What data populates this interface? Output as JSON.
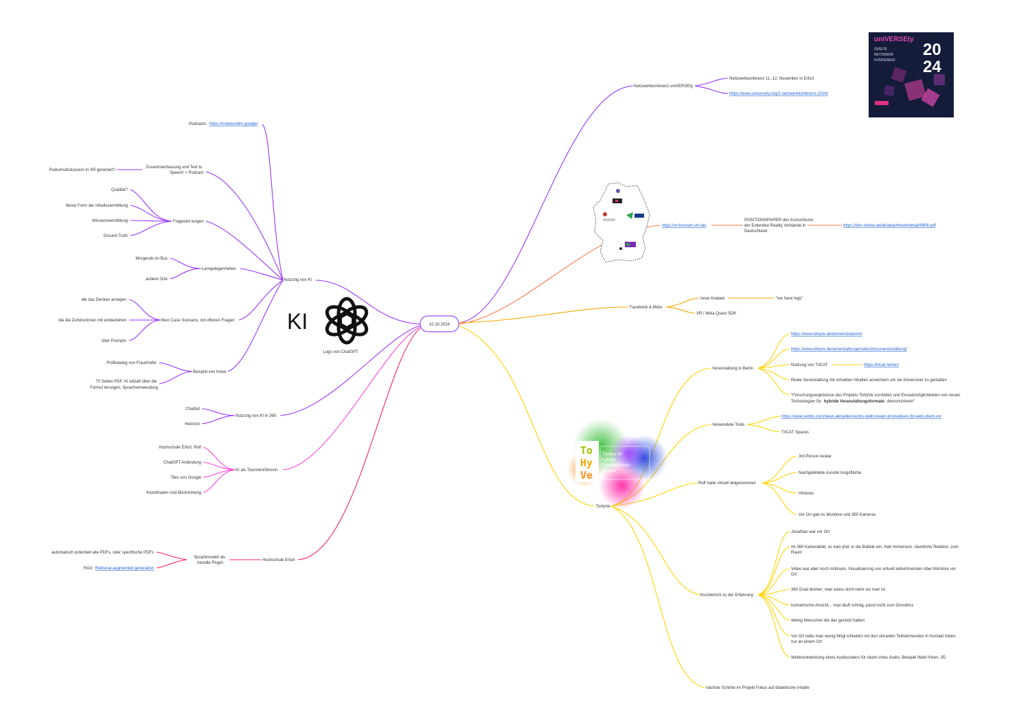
{
  "center": {
    "label": "10.10.2024"
  },
  "colors": {
    "purple": "#9933ff",
    "orange": "#ff7a45",
    "gold": "#f2a900",
    "yellow": "#ffd400",
    "magenta": "#ff44dd",
    "pinkred": "#ff1f66",
    "link": "#1a5fd6"
  },
  "ki": {
    "title": "KI",
    "logo_caption": "Logo von ChatGPT",
    "logo_icon": "openai-logo-icon"
  },
  "nutzung_ki": {
    "label": "Nutzung von KI",
    "podcasts": {
      "prefix": "Podcasts:",
      "link": "https://notebooklm.google/"
    },
    "zusammenfassung": {
      "line1": "Zusammenfassung und Text to",
      "line2": "Speech > Podcast",
      "child": "Podiumsdiskussion in XR generiert?"
    },
    "fragestellungen": {
      "label": "Fragestel lungen",
      "items": [
        "Qualität?",
        "Beste Form der Inhaltsvermittlung",
        "Wissensvermittlung",
        "Ground Truth"
      ]
    },
    "lerngelegenheiten": {
      "label": "Lerngelegenheiten",
      "items": [
        "Morgends im Bus",
        "andere Orte"
      ]
    },
    "best_case": {
      "label": "Best Case Scenario, mit offenen Fragen",
      "items": [
        "die das Denken anregen",
        "die die Zuhörerinnen mit einbeziehen",
        "über Prompts"
      ]
    },
    "beispiel": {
      "label": "Beispiel von heise",
      "items": [
        "Prüfkatalog von Fraunhofer"
      ],
      "multiline": {
        "line1": "70 Seiten PDF, KI witzelt über die",
        "line2": "Formul ierungen, Sprachverwendung"
      }
    }
  },
  "ki_360": {
    "label": "Nutzung von KI in 360",
    "items": [
      "Chatbot",
      "Heinrich"
    ]
  },
  "tourist": {
    "label": "KI als Touristenführerin",
    "items": [
      "Hochschule Erfurt, Rolf",
      "ChatGPT Anbindung",
      "Tiles von Google",
      "Koordinaten und Blickrichtung"
    ]
  },
  "hochschule": {
    "label": "Hochschule Erfurt",
    "sprachmodell": {
      "line1": "Sprachmodell als",
      "line2": "moodle Plugin"
    },
    "items": [
      "automatisch potentiell alle PDFs, oder spezifische PDFs"
    ],
    "rag": {
      "prefix": "RAG",
      "link": "Retrieval augmented generation"
    }
  },
  "netzwerk": {
    "label": "Netzwerkkonferenz uniVERSEty",
    "items": [
      "Netzwerkkonferenz 11.-12. November in Erfurt"
    ],
    "link": "https://www.universety.org/2-netzwerkkonferenz-2024/",
    "poster": {
      "brand": "uniVERSEty",
      "sub1": "ZWEITE",
      "sub2": "NETZWERK",
      "sub3": "KONFERENZ",
      "year_top": "20",
      "year_bottom": "24"
    }
  },
  "xr": {
    "link": "https://xr-konsort.um.de/",
    "position": {
      "line1": "POSITIONSPAPIER des Konsortiums",
      "line2": "der Extended Reality Verbände in",
      "line3": "Deutschland"
    },
    "pdf_link": "https://dev-online.de/de/attachment/detail/9906.pdf",
    "map_icon": "germany-map-icon"
  },
  "facebook": {
    "label": "Facebook & Meta",
    "avatare": "neue Avatare",
    "wehavelegs": "\"we have legs\"",
    "sdk": "VR / Meta Quest SDK"
  },
  "tohyve": {
    "label": "ToHyVe",
    "logo_letters": [
      "To",
      "Hy",
      "Ve"
    ],
    "logo_text": [
      "Toolbox für",
      "hybride",
      "Veranstaltungs-",
      "formate"
    ],
    "berlin": {
      "label": "Veranstaltung in Berlin",
      "link1": "https://www.tohyve.de/demonstratoren/",
      "link2": "https://www.tohyve.de/veranstaltungen/abschlussveranstaltung/",
      "tricat_label": "Nutzung von TriCAT",
      "tricat_link": "https://tricat.net/en/",
      "reale": "Reale Veranstaltung mit virtuellen Inhalten anreichern um sie immersiver zu gestalten",
      "quote_line1": "\"Forschungsergebnisse des Projekts ToHyVe vorstellen und Einsatzmöglichkeiten von neuen",
      "quote_line2_prefix": "Technologien für",
      "quote_line2_bold": "hybride Veranstaltungsformate",
      "quote_line2_suffix": "demonstrieren\""
    },
    "tools": {
      "label": "Verwendete Tools",
      "link": "https://www.ventis.com/news-aktuelles/ventis-stellt-neuen-innovativen-3d-web-client-vor",
      "tricat_spaces": "TriCAT Spaces"
    },
    "rolf": {
      "label": "Rolf hatte virtuell teilgenommen",
      "items": [
        "3rd Person Avatar",
        "Nachgebildete Ausstel lungsfläche",
        "Hörkreis",
        "Vor Ort gab es Monitore und 360 Kameras"
      ]
    },
    "kurz": {
      "label": "Kurzbericht zu der Erfahrung",
      "jonathan": "Jonathan war vor Ort",
      "item2_line1": "Im 360 Kamerabild, es kam jmd. in die Bubble ein, Nah Immersion, räumliche Relation, zum",
      "item2_line2": "Raum",
      "item3_line1": "Video war aber noch mühsam, Visualisierung von virtuell teilnehmenden über Monitore vor",
      "item3_line2": "Ort",
      "item4": "360 Grad drehen, man weiss nicht mehr wo man ist",
      "item5": "isometrische Ansicht... man läuft schräg, passt nicht zum Grundriss",
      "item6": "Wenig Menschen die das genutzt haben",
      "item7_line1": "Vor Ort hatte man wenig Mögl ichkeiten mit den virtuellen Teilnehmenden in Kontakt treten,",
      "item7_line2": "nur an einem Ort",
      "item8": "Weiterentwicklung eines Audiocodecs für räuml iches Audio, Beispiel Wald hören, 3D"
    },
    "next": "nächste Schritte im Projekt Fokus auf didaktische Inhalte"
  }
}
